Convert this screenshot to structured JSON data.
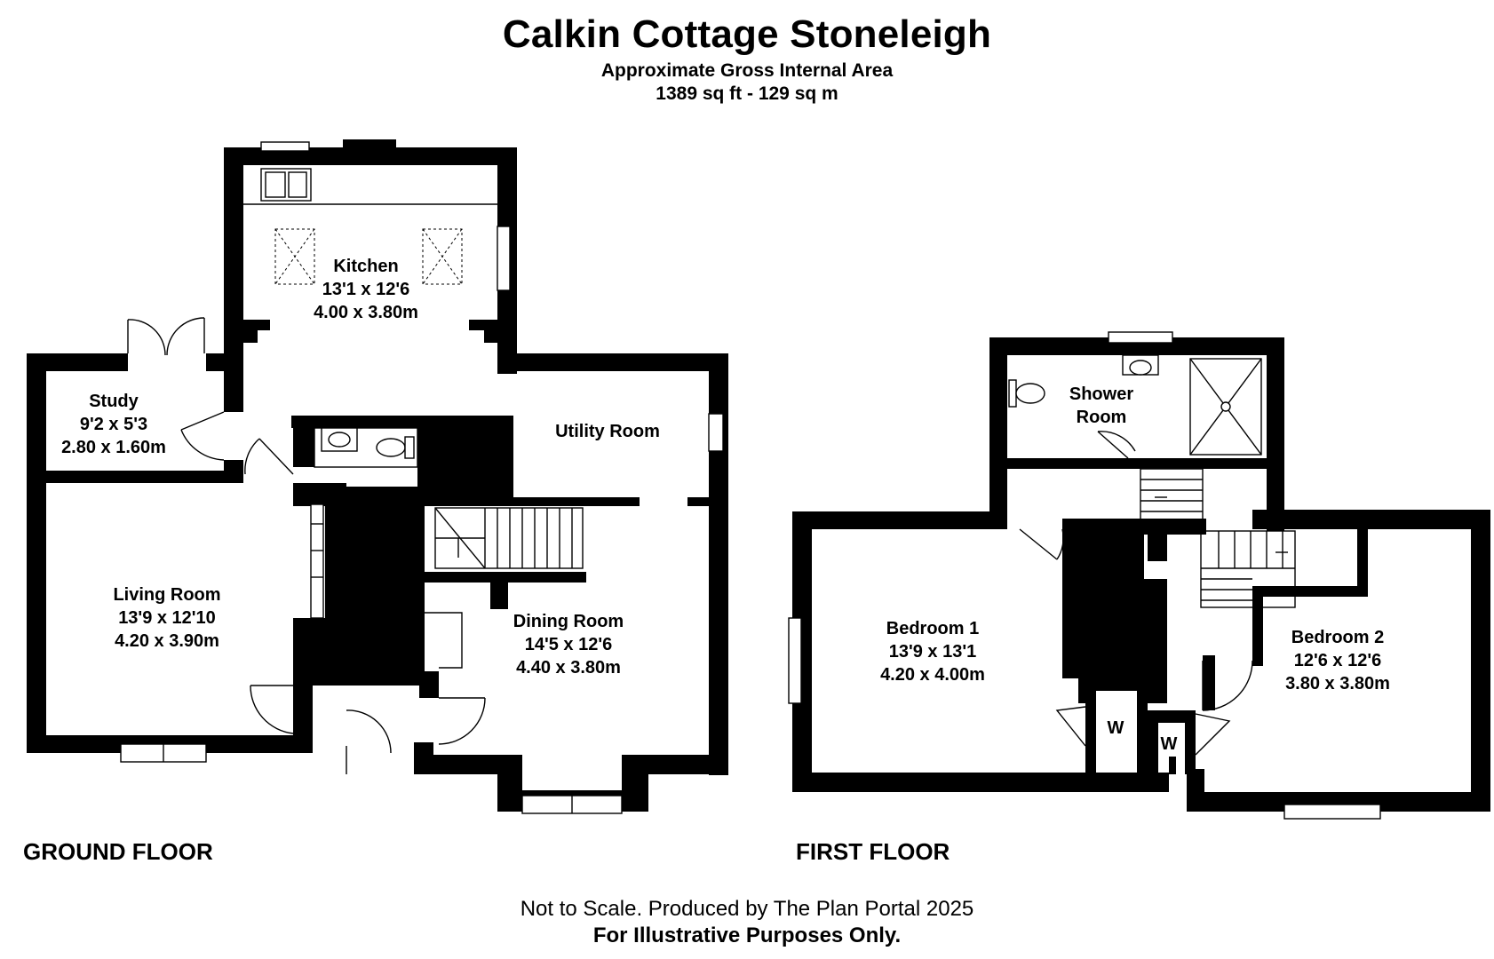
{
  "header": {
    "title": "Calkin Cottage Stoneleigh",
    "subtitle": "Approximate Gross Internal Area",
    "area": "1389 sq ft - 129 sq m"
  },
  "floors": {
    "ground": {
      "label": "GROUND FLOOR",
      "rooms": {
        "kitchen": {
          "name": "Kitchen",
          "imperial": "13'1 x 12'6",
          "metric": "4.00 x 3.80m"
        },
        "study": {
          "name": "Study",
          "imperial": "9'2 x 5'3",
          "metric": "2.80 x 1.60m"
        },
        "utility": {
          "name": "Utility Room"
        },
        "living": {
          "name": "Living Room",
          "imperial": "13'9 x 12'10",
          "metric": "4.20 x 3.90m"
        },
        "dining": {
          "name": "Dining Room",
          "imperial": "14'5 x 12'6",
          "metric": "4.40 x 3.80m"
        }
      }
    },
    "first": {
      "label": "FIRST FLOOR",
      "rooms": {
        "shower": {
          "name_line1": "Shower",
          "name_line2": "Room"
        },
        "bed1": {
          "name": "Bedroom 1",
          "imperial": "13'9 x 13'1",
          "metric": "4.20 x 4.00m"
        },
        "bed2": {
          "name": "Bedroom 2",
          "imperial": "12'6 x 12'6",
          "metric": "3.80 x 3.80m"
        },
        "wardrobe1": {
          "name": "W"
        },
        "wardrobe2": {
          "name": "W"
        }
      }
    }
  },
  "footer": {
    "note": "Not to Scale. Produced by The Plan Portal 2025",
    "disclaimer": "For Illustrative Purposes Only."
  }
}
